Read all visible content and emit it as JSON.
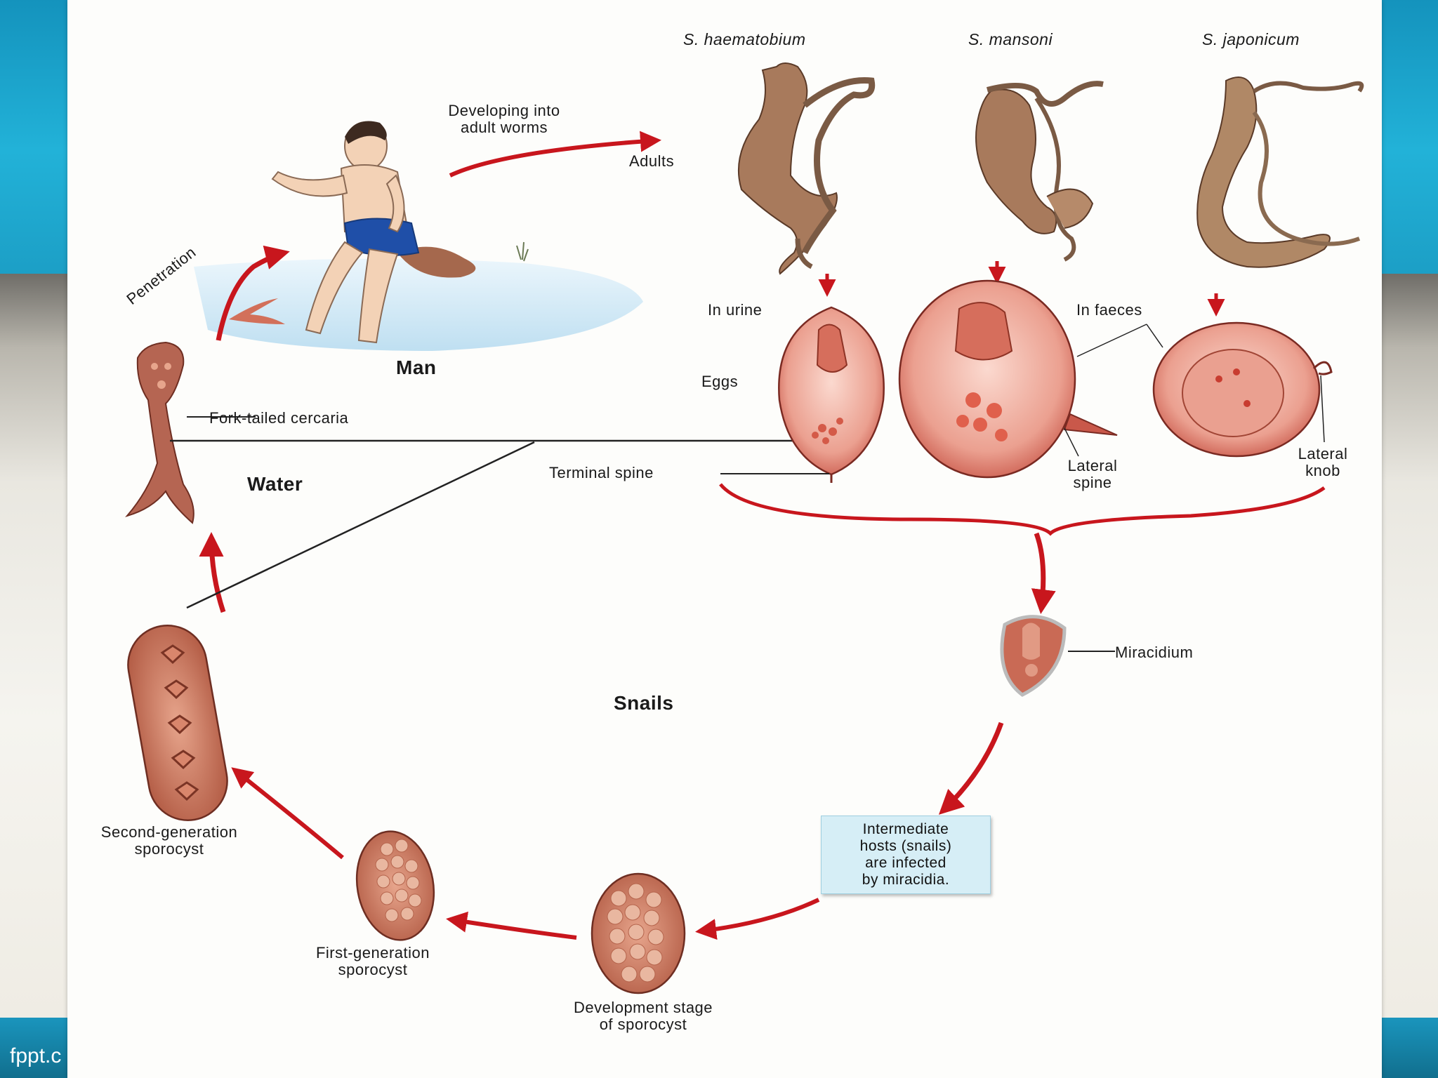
{
  "footer": {
    "text": "fppt.c"
  },
  "species": {
    "haematobium": "S. haematobium",
    "mansoni": "S. mansoni",
    "japonicum": "S. japonicum"
  },
  "labels": {
    "developing": "Developing into\nadult worms",
    "adults": "Adults",
    "man": "Man",
    "penetration": "Penetration",
    "cercaria": "Fork-tailed cercaria",
    "water": "Water",
    "in_urine": "In urine",
    "in_faeces": "In faeces",
    "eggs": "Eggs",
    "terminal_spine": "Terminal spine",
    "lateral_spine": "Lateral\nspine",
    "lateral_knob": "Lateral\nknob",
    "miracidium": "Miracidium",
    "snails": "Snails",
    "intermediate_hosts": "Intermediate\nhosts (snails)\nare infected\nby miracidia.",
    "second_sporocyst": "Second-generation\nsporocyst",
    "first_sporocyst": "First-generation\nsporocyst",
    "development_stage": "Development stage\nof sporocyst"
  },
  "colors": {
    "arrow": "#c8161d",
    "worm": "#a87a5c",
    "egg": "#e68a78",
    "box": "#d6eef6"
  }
}
